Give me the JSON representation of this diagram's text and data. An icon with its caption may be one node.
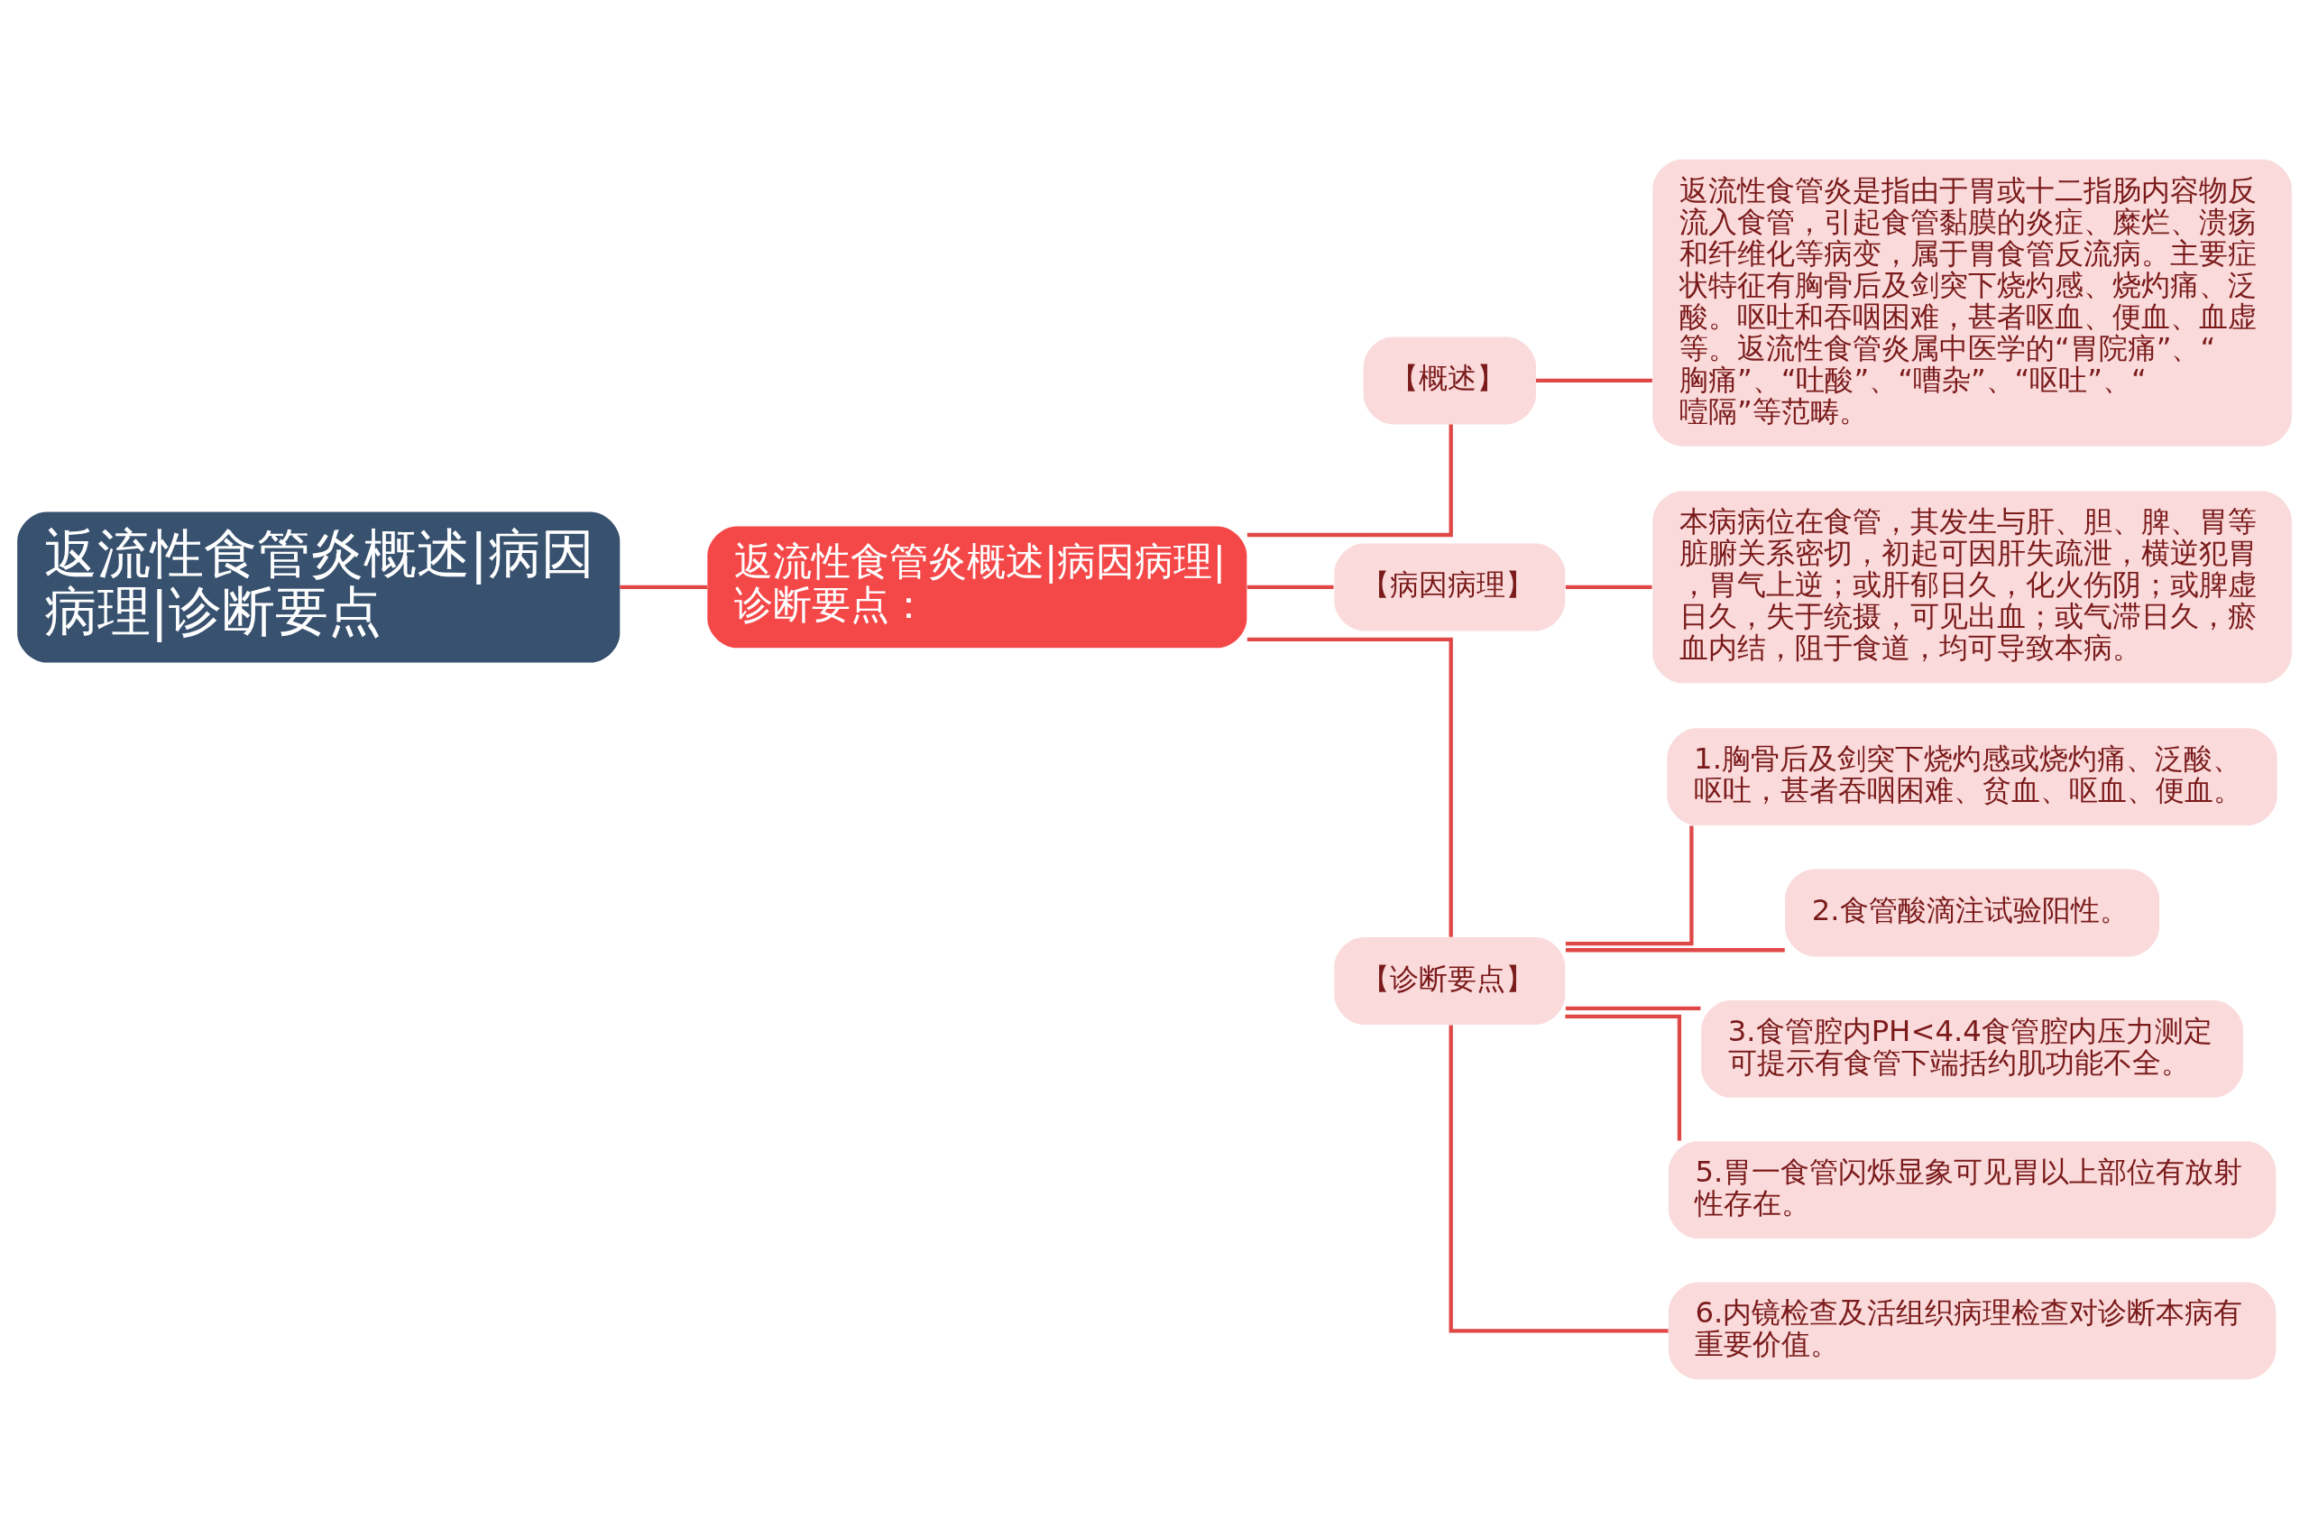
{
  "diagram": {
    "nodes": [
      {
        "text": [
          "返流性食管炎概述|病因病理|诊断要点"
        ]
      },
      {
        "text": [
          "返流性食管炎概述|病因病理|诊断要点："
        ]
      },
      {
        "text": [
          "【概述】"
        ]
      },
      {
        "text": [
          "返流性食管炎是指由于胃或十二指肠内容物反流入食管，引起食管黏膜的炎症、糜烂、溃疡和纤维化等病变，属于胃食管反流病。主要症状特征有胸骨后及剑突下烧灼感、烧灼痛、泛酸。呕吐和吞咽困难，甚者呕血、便血、血虚等。返流性食管炎属中医学的“胃院痛”、“胸痛”、“吐酸”、“嘈杂”、“呕吐”、“噎隔”等范畴。"
        ]
      },
      {
        "text": [
          "【病因病理】"
        ]
      },
      {
        "text": [
          "本病病位在食管，其发生与肝、胆、脾、胃等脏腑关系密切，初起可因肝失疏泄，横逆犯胃，胃气上逆；或肝郁日久，化火伤阴；或脾虚日久，失于统摄，可见出血；或气滞日久，瘀血内结，阻于食道，均可导致本病。"
        ]
      },
      {
        "text": [
          "【诊断要点】"
        ]
      },
      {
        "text": [
          "1.胸骨后及剑突下烧灼感或烧灼痛、泛酸、呕吐，甚者吞咽困难、贫血、呕血、便血。"
        ]
      },
      {
        "text": [
          "2.食管酸滴注试验阳性。"
        ]
      },
      {
        "text": [
          "3.食管腔内PH<4.4食管腔内压力测定可提示有食管下端括约肌功能不全。"
        ]
      },
      {
        "text": [
          "5.胃一食管闪烁显象可见胃以上部位有放射性存在。"
        ]
      },
      {
        "text": [
          "6.内镜检查及活组织病理检查对诊断本病有重要价值。"
        ]
      }
    ],
    "edges": [
      {
        "from": 0,
        "to": 1,
        "arrow": "none"
      },
      {
        "from": 1,
        "to": 2,
        "arrow": "none"
      },
      {
        "from": 1,
        "to": 4,
        "arrow": "none"
      },
      {
        "from": 1,
        "to": 6,
        "arrow": "none"
      },
      {
        "from": 2,
        "to": 3,
        "arrow": "none"
      },
      {
        "from": 4,
        "to": 5,
        "arrow": "none"
      },
      {
        "from": 6,
        "to": 7,
        "arrow": "none"
      },
      {
        "from": 6,
        "to": 8,
        "arrow": "none"
      },
      {
        "from": 6,
        "to": 9,
        "arrow": "none"
      },
      {
        "from": 6,
        "to": 10,
        "arrow": "none"
      },
      {
        "from": 6,
        "to": 11,
        "arrow": "none"
      }
    ]
  }
}
